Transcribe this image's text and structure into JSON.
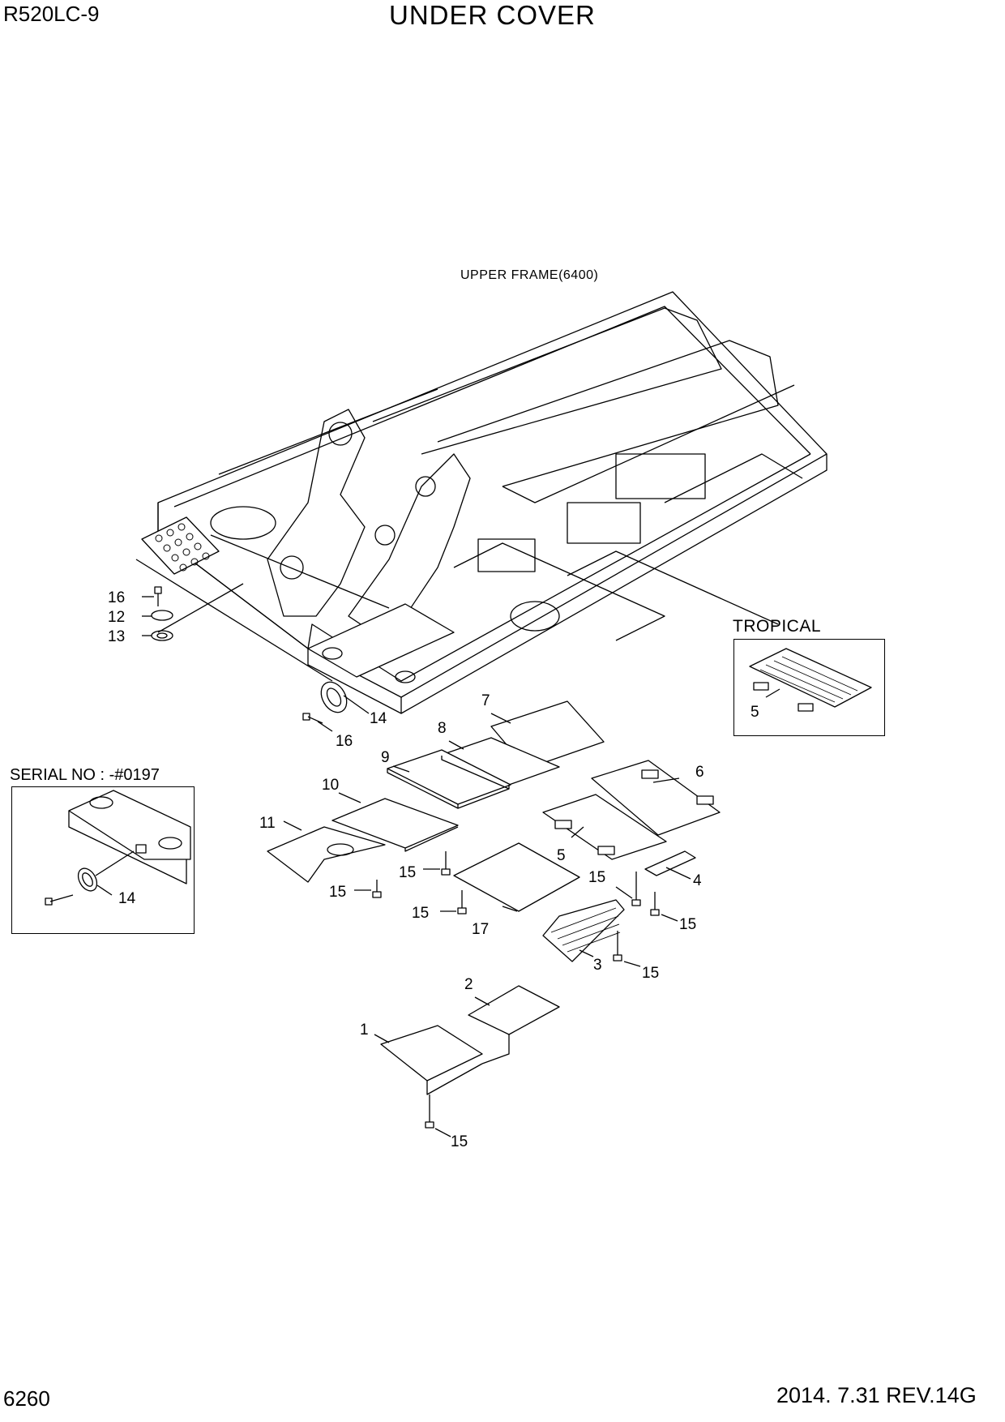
{
  "header": {
    "model": "R520LC-9",
    "title": "UNDER COVER"
  },
  "footer": {
    "page": "6260",
    "revision": "2014. 7.31  REV.14G"
  },
  "labels": {
    "upper_frame": "UPPER FRAME(6400)",
    "tropical": "TROPICAL",
    "serial": "SERIAL NO : -#0197"
  },
  "callouts": [
    {
      "id": "c16a",
      "text": "16"
    },
    {
      "id": "c12",
      "text": "12"
    },
    {
      "id": "c13",
      "text": "13"
    },
    {
      "id": "c14a",
      "text": "14"
    },
    {
      "id": "c16b",
      "text": "16"
    },
    {
      "id": "c7",
      "text": "7"
    },
    {
      "id": "c8",
      "text": "8"
    },
    {
      "id": "c9",
      "text": "9"
    },
    {
      "id": "c10",
      "text": "10"
    },
    {
      "id": "c11",
      "text": "11"
    },
    {
      "id": "c6",
      "text": "6"
    },
    {
      "id": "c5",
      "text": "5"
    },
    {
      "id": "c4",
      "text": "4"
    },
    {
      "id": "c15a",
      "text": "15"
    },
    {
      "id": "c15b",
      "text": "15"
    },
    {
      "id": "c15c",
      "text": "15"
    },
    {
      "id": "c15d",
      "text": "15"
    },
    {
      "id": "c15e",
      "text": "15"
    },
    {
      "id": "c17",
      "text": "17"
    },
    {
      "id": "c3",
      "text": "3"
    },
    {
      "id": "c15f",
      "text": "15"
    },
    {
      "id": "c2",
      "text": "2"
    },
    {
      "id": "c1",
      "text": "1"
    },
    {
      "id": "c15g",
      "text": "15"
    },
    {
      "id": "c5t",
      "text": "5"
    },
    {
      "id": "c14b",
      "text": "14"
    }
  ]
}
